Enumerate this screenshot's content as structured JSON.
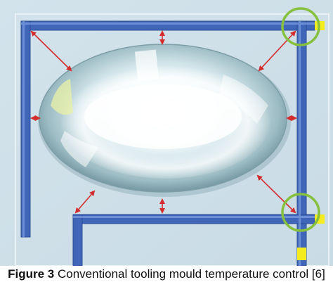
{
  "caption": {
    "label": "Figure 3",
    "text": "Conventional tooling mould temperature control [6]"
  },
  "colors": {
    "background": "#cfe0ea",
    "channel": "#3f66b8",
    "arrow": "#d42d2d",
    "highlight_circle": "#86c03c",
    "port_marker": "#f4ec1e",
    "part": "#a7c4cc"
  },
  "elements": {
    "cooling_channels": "blue-pipes",
    "distance_arrows": "red-double-arrows",
    "junction_markers": "green-circles",
    "moulded_part": "ellipsoid-part"
  }
}
